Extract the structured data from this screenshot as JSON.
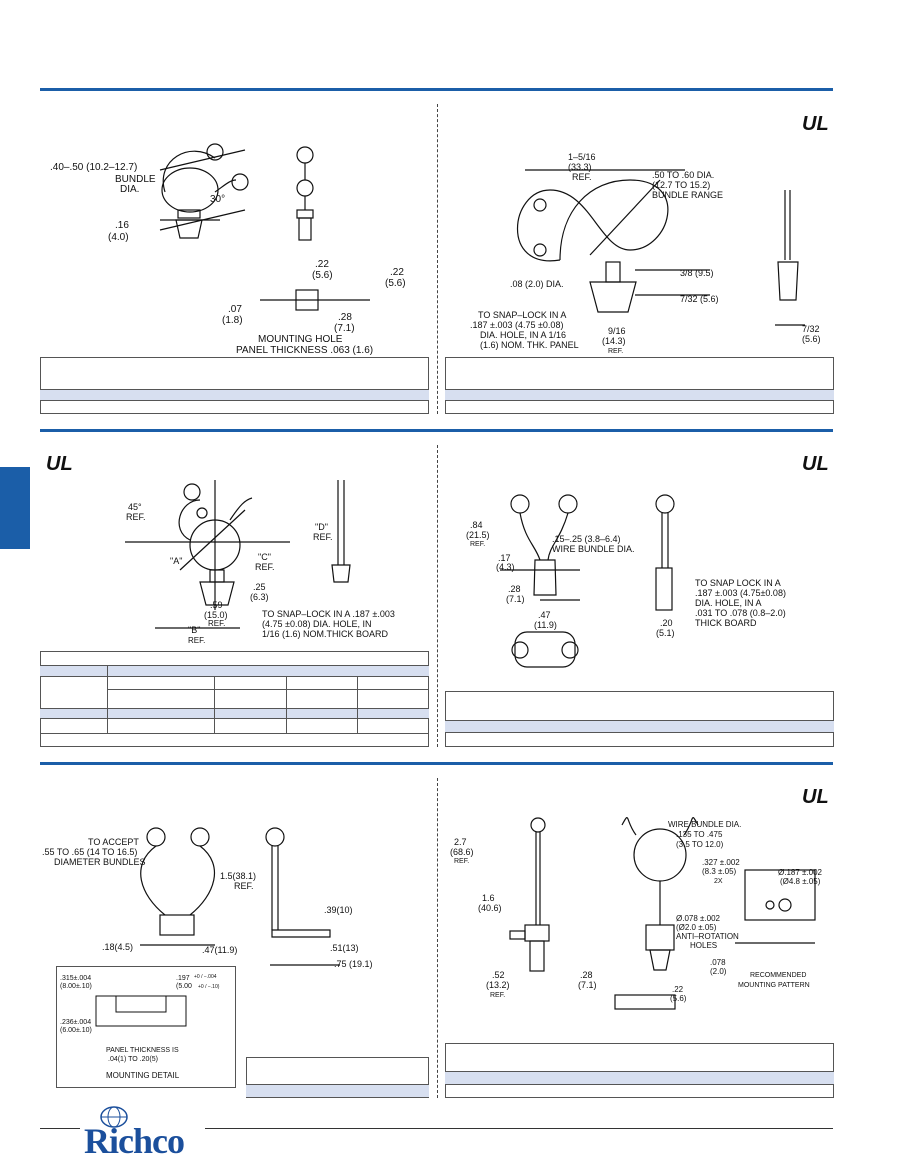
{
  "brand": {
    "name": "Richco",
    "color": "#1b5ea8"
  },
  "ul_mark": "UL",
  "panel1": {
    "labels": {
      "bundle_range": ".40–.50  (10.2–12.7)",
      "bundle": "BUNDLE",
      "dia": "DIA.",
      "angle": "30°",
      "h1": ".16",
      "h1m": "(4.0)",
      "hole_w": ".22",
      "hole_wm": "(5.6)",
      "hole_w2": ".22",
      "hole_w2m": "(5.6)",
      "hole_h": ".07",
      "hole_hm": "(1.8)",
      "hole_d": ".28",
      "hole_dm": "(7.1)",
      "mounting_hole": "MOUNTING HOLE",
      "panel_thickness": "PANEL THICKNESS  .063  (1.6)"
    }
  },
  "panel2": {
    "labels": {
      "width": "1–5/16",
      "width_m": "(33.3)",
      "ref": "REF.",
      "dia_range": ".50 TO .60 DIA.",
      "dia_range_m": "(12.7 TO 15.2)",
      "bundle_range": "BUNDLE RANGE",
      "wire_dia": ".08 (2.0) DIA.",
      "h1": "3/8 (9.5)",
      "h2": "7/32 (5.6)",
      "snap1": "TO SNAP–LOCK IN A",
      "snap2": ".187 ±.003 (4.75 ±0.08)",
      "snap3": "DIA. HOLE, IN A 1/16",
      "snap4": "(1.6) NOM. THK. PANEL",
      "base": "9/16",
      "base_m": "(14.3)",
      "base_ref": "REF.",
      "side_w": "7/32",
      "side_wm": "(5.6)"
    }
  },
  "panel3": {
    "labels": {
      "angle": "45°",
      "angle_ref": "REF.",
      "a": "\"A\"",
      "c": "\"C\"",
      "c_ref": "REF.",
      "d": "\"D\"",
      "d_ref": "REF.",
      "h": ".25",
      "hm": "(6.3)",
      "w": ".59",
      "wm": "(15.0)",
      "w_ref": "REF.",
      "b": "\"B\"",
      "b_ref": "REF.",
      "snap1": "TO SNAP–LOCK IN A .187 ±.003",
      "snap2": "(4.75 ±0.08) DIA. HOLE, IN",
      "snap3": "1/16 (1.6) NOM.THICK BOARD"
    }
  },
  "panel4": {
    "labels": {
      "h": ".84",
      "hm": "(21.5)",
      "h_ref": "REF.",
      "bundle": ".15–.25  (3.8–6.4)",
      "bundle2": "WIRE BUNDLE DIA.",
      "h2": ".17",
      "h2m": "(4.3)",
      "h3": ".28",
      "h3m": "(7.1)",
      "w": ".47",
      "wm": "(11.9)",
      "snap1": "TO SNAP LOCK IN A",
      "snap2": ".187 ±.003  (4.75±0.08)",
      "snap3": "DIA. HOLE, IN A",
      "snap4": ".031 TO .078 (0.8–2.0)",
      "snap5": "THICK BOARD",
      "side_w": ".20",
      "side_wm": "(5.1)"
    }
  },
  "panel5": {
    "labels": {
      "accept1": "TO ACCEPT",
      "accept2": ".55 TO .65 (14 TO 16.5)",
      "accept3": "DIAMETER BUNDLES",
      "h": ".18(4.5)",
      "w": ".47(11.9)",
      "tall": "1.5(38.1)",
      "tall_ref": "REF.",
      "d1": ".39(10)",
      "d2": ".51(13)",
      "d3": ".75 (19.1)",
      "md1": ".315±.004",
      "md1m": "(8.00±.10)",
      "md2": ".197",
      "md2t": "+0 / −.004",
      "md2m": "(5.00",
      "md2mt": "+0 / −.10)",
      "md3": ".236±.004",
      "md3m": "(6.00±.10)",
      "panel1": "PANEL THICKNESS IS",
      "panel2": ".04(1) TO .20(5)",
      "mounting_detail": "MOUNTING DETAIL"
    }
  },
  "panel6": {
    "labels": {
      "h": "2.7",
      "hm": "(68.6)",
      "h_ref": "REF.",
      "h2": "1.6",
      "h2m": "(40.6)",
      "w": ".52",
      "wm": "(13.2)",
      "w_ref": "REF.",
      "wire1": "WIRE BUNDLE DIA.",
      "wire2": ".135  TO .475",
      "wire3": "(3.5 TO 12.0)",
      "h3": ".28",
      "h3m": "(7.1)",
      "h4": ".22",
      "h4m": "(5.6)",
      "p1": ".327 ±.002",
      "p1m": "(8.3 ±.05)",
      "p1x": "2X",
      "p2": "Ø.187 ±.002",
      "p2m": "(Ø4.8 ±.05)",
      "p3": "Ø.078 ±.002",
      "p3m": "(Ø2.0 ±.05)",
      "p3a": "ANTI–ROTATION",
      "p3b": "HOLES",
      "p4": ".078",
      "p4m": "(2.0)",
      "rec1": "RECOMMENDED",
      "rec2": "MOUNTING PATTERN"
    }
  }
}
